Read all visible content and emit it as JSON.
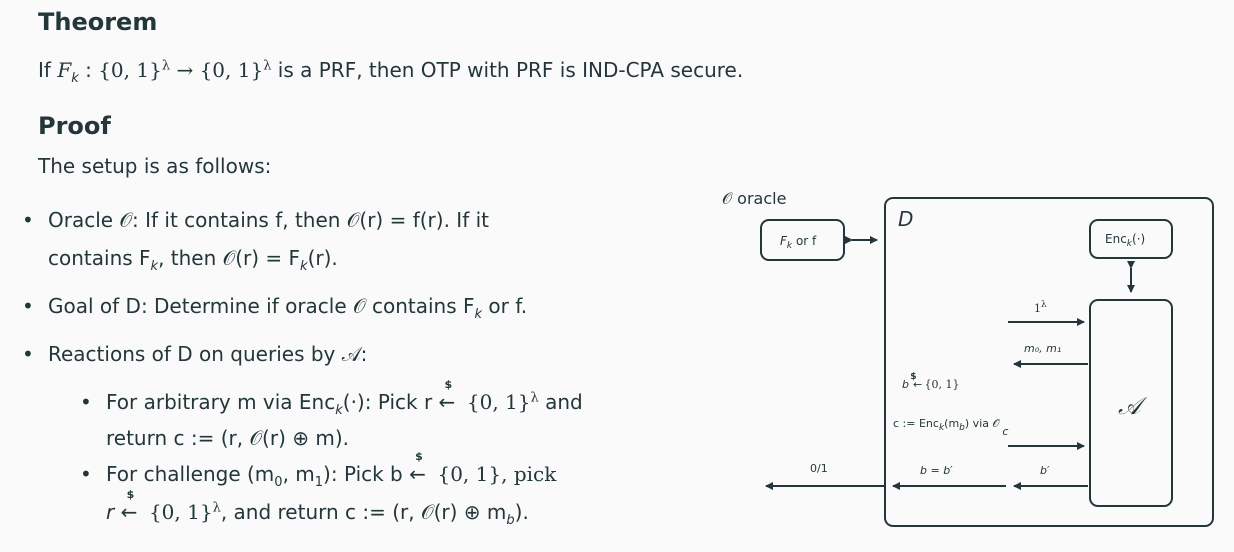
{
  "theorem": {
    "heading": "Theorem",
    "statement": {
      "pre": "If",
      "fk": "F",
      "k": "k",
      "colon": ":",
      "domain": "{0, 1}",
      "lambda": "λ",
      "arrow": "→",
      "post": "is a PRF, then OTP with PRF is IND-CPA secure."
    }
  },
  "proof": {
    "heading": "Proof",
    "intro": "The setup is as follows:",
    "bullets": [
      {
        "line1": "Oracle 𝒪: If it contains f, then 𝒪(r) = f(r). If it",
        "line2": "contains F",
        "line2_sub": "k",
        "line2_post": ", then 𝒪(r) = F",
        "line2_sub2": "k",
        "line2_end": "(r)."
      },
      {
        "text_pre": "Goal of D: Determine if oracle 𝒪 contains F",
        "sub": "k",
        "text_post": " or f."
      },
      {
        "text": "Reactions of D on queries by 𝒜:"
      }
    ],
    "subbullets": [
      {
        "line1_pre": "For arbitrary m via Enc",
        "sub": "k",
        "line1_post": "(·): Pick r",
        "arrow_label": "$",
        "after": "{0, 1}",
        "sup": "λ",
        "end": " and",
        "line2": "return c := (r, 𝒪(r) ⊕ m)."
      },
      {
        "line1_pre": "For challenge (m",
        "s0": "0",
        "comma": ", m",
        "s1": "1",
        "line1_mid": "): Pick b",
        "arrow_label": "$",
        "after": "{0, 1}, pick",
        "line2_pre": "r",
        "line2_after": "{0, 1}",
        "line2_sup": "λ",
        "line2_post": ", and return c := (r, 𝒪(r) ⊕ m",
        "line2_sub": "b",
        "line2_end": ")."
      }
    ]
  },
  "diagram": {
    "oracle_label": "𝒪 oracle",
    "oracle_box": "F",
    "oracle_box_sub": "k",
    "oracle_box_post": " or f",
    "distinguisher_label": "D",
    "enc_box": "Enc",
    "enc_box_sub": "k",
    "enc_box_post": "(·)",
    "adversary_label": "𝒜",
    "msg_security_param": "1",
    "msg_security_param_sup": "λ",
    "msg_messages": "m₀, m₁",
    "msg_pick_b": "b",
    "msg_pick_dollar": "$",
    "msg_pick_set": "{0, 1}",
    "msg_cipher": "c := Enc",
    "msg_cipher_sub": "k",
    "msg_cipher_post": "(m",
    "msg_cipher_sub2": "b",
    "msg_cipher_end": ") via 𝒪",
    "msg_c": "c",
    "msg_guess": "b′",
    "msg_compare": "b = b′",
    "msg_output": "0/1"
  }
}
